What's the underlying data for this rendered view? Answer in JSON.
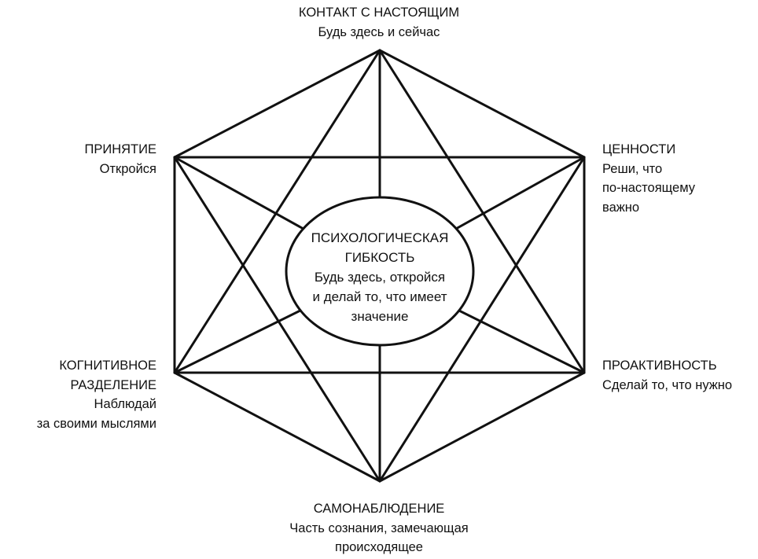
{
  "center": {
    "title_lines": [
      "ПСИХОЛОГИЧЕСКАЯ",
      "ГИБКОСТЬ"
    ],
    "subtitle_lines": [
      "Будь здесь, откройся",
      "и делай то, что имеет",
      "значение"
    ]
  },
  "nodes": {
    "top": {
      "title_lines": [
        "КОНТАКТ С НАСТОЯЩИМ"
      ],
      "subtitle_lines": [
        "Будь здесь и сейчас"
      ]
    },
    "upper_right": {
      "title_lines": [
        "ЦЕННОСТИ"
      ],
      "subtitle_lines": [
        "Реши, что",
        "по-настоящему",
        "важно"
      ]
    },
    "lower_right": {
      "title_lines": [
        "ПРОАКТИВНОСТЬ"
      ],
      "subtitle_lines": [
        "Сделай то, что нужно"
      ]
    },
    "bottom": {
      "title_lines": [
        "САМОНАБЛЮДЕНИЕ"
      ],
      "subtitle_lines": [
        "Часть сознания, замечающая",
        "происходящее"
      ]
    },
    "lower_left": {
      "title_lines": [
        "КОГНИТИВНОЕ",
        "РАЗДЕЛЕНИЕ"
      ],
      "subtitle_lines": [
        "Наблюдай",
        "за своими мыслями"
      ]
    },
    "upper_left": {
      "title_lines": [
        "ПРИНЯТИЕ"
      ],
      "subtitle_lines": [
        "Откройся"
      ]
    }
  },
  "colors": {
    "stroke": "#111111",
    "background": "#ffffff"
  }
}
